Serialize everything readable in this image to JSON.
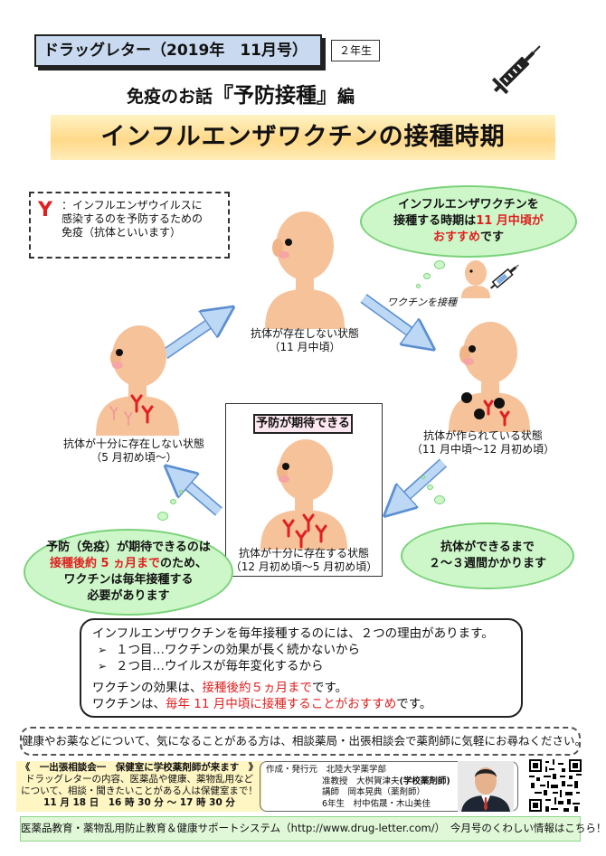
{
  "header": {
    "newsletter_title": "ドラッグレター（2019年　11月号）",
    "grade": "２年生",
    "subtitle_pre": "免疫のお話",
    "subtitle_topic": "『予防接種』",
    "subtitle_post": "編",
    "main_title": "インフルエンザワクチンの接種時期"
  },
  "definition": {
    "symbol": "Y",
    "line1": "：インフルエンザウイルスに",
    "line2": "感染するのを予防するための",
    "line3": "免疫（抗体といいます）"
  },
  "bubbles": {
    "recommend": {
      "line1": "インフルエンザワクチンを",
      "line2a": "接種する時期は",
      "line2b": "11 月中頃が",
      "line3a": "おすすめ",
      "line3b": "です"
    },
    "weeks": {
      "line1": "抗体ができるまで",
      "line2": "２～３週間かかります"
    },
    "yearly": {
      "line1": "予防（免疫）が期待できるのは",
      "line2a": "接種後約 5 ヵ月まで",
      "line2b": "のため、",
      "line3": "ワクチンは毎年接種する",
      "line4": "必要があります"
    }
  },
  "vaccine_label": "ワクチンを接種",
  "states": {
    "none": {
      "label": "抗体が存在しない状態",
      "period": "（11 月中頃）"
    },
    "forming": {
      "label": "抗体が作られている状態",
      "period": "（11 月中頃～12 月初め頃）"
    },
    "sufficient": {
      "badge": "予防が期待できる",
      "label": "抗体が十分に存在する状態",
      "period": "（12 月初め頃～5 月初め頃）"
    },
    "insufficient": {
      "label": "抗体が十分に存在しない状態",
      "period": "（5 月初め頃～）"
    }
  },
  "reasons": {
    "intro": "インフルエンザワクチンを毎年接種するのには、２つの理由があります。",
    "item1": "１つ目…ワクチンの効果が長く続かないから",
    "item2": "２つ目…ウイルスが毎年変化するから",
    "effect_pre": "ワクチンの効果は、",
    "effect_red": "接種後約５ヵ月まで",
    "effect_post": "です。",
    "timing_pre": "ワクチンは、",
    "timing_red": "毎年 11 月中頃に接種することがおすすめ",
    "timing_post": "です。"
  },
  "consult": "健康やお薬などについて、気になることがある方は、相談薬局・出張相談会で薬剤師に気軽にお尋ねください。",
  "visit": {
    "line1": "《　一出張相談会一　保健室に学校薬剤師が来ます　》",
    "line2": "ドラッグレターの内容、医薬品や健康、薬物乱用など",
    "line3": "について、相談・聞きたいことがある人は保健室まで！",
    "line4": "11 月 18 日　16 時 30 分 ～ 17 時 30 分"
  },
  "author": {
    "label": "作成・発行元",
    "org": "北陸大学薬学部",
    "prof_pre": "准教授　大桝賀津夫",
    "prof_role": "(学校薬剤師)",
    "lecturer": "講師　岡本晃典（薬剤師）",
    "students": "6年生　村中佑晟・木山美佳"
  },
  "footer": "医薬品教育・薬物乱用防止教育＆健康サポートシステム（http://www.drug-letter.com/）　今月号のくわしい情報はこちら！",
  "colors": {
    "cloud": "#cdf6c9",
    "accent_red": "#e02020",
    "arrow": "#bcd8f5",
    "skin": "#f6c29a"
  }
}
